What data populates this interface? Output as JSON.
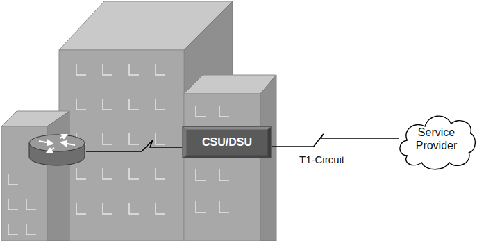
{
  "diagram": {
    "nodes": [
      {
        "text": [
          "CSU/DSU"
        ]
      },
      {
        "text": [
          "Service Provider"
        ]
      }
    ],
    "edges": [
      {
        "from": 0,
        "to": 1,
        "arrow": "none",
        "label": "T1-Circuit"
      }
    ]
  }
}
